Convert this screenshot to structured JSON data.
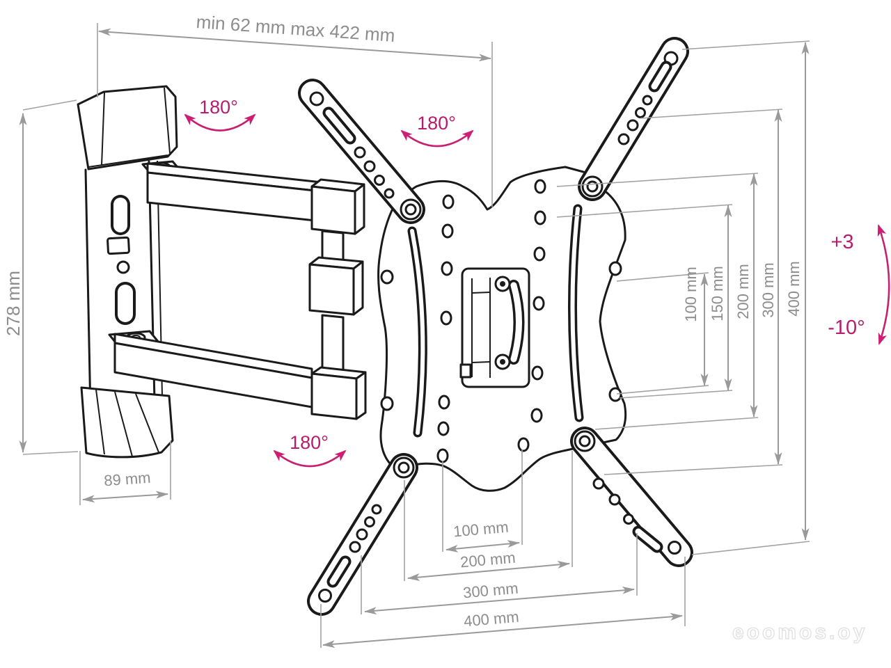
{
  "diagram": {
    "title": "TV wall mount dimensional drawing",
    "colors": {
      "outline": "#1a1a1a",
      "dimension_line": "#9a9a9a",
      "dimension_text": "#8d8d8d",
      "accent_pink": "#c82071",
      "watermark": "#e0e0e0",
      "background": "#ffffff"
    },
    "dims": {
      "arm_extension": "min 62 mm max 422 mm",
      "plate_height": "278 mm",
      "wall_plate_width": "89 mm",
      "vesa_vertical": [
        "100 mm",
        "150 mm",
        "200 mm",
        "300 mm",
        "400 mm"
      ],
      "vesa_horizontal": [
        "100 mm",
        "200 mm",
        "300 mm",
        "400 mm"
      ]
    },
    "angles": {
      "swivel_wall": "180°",
      "swivel_mid": "180°",
      "swivel_lower": "180°",
      "tilt_up": "+3",
      "tilt_down": "-10°"
    },
    "watermark": "eoomos.oy"
  }
}
